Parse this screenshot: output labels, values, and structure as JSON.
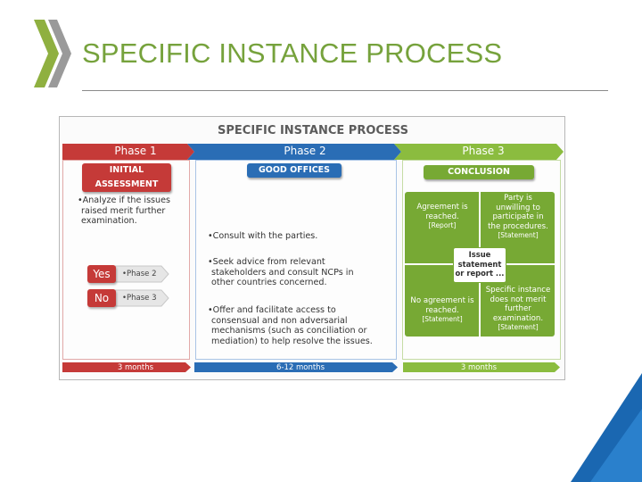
{
  "slide": {
    "title": "SPECIFIC INSTANCE PROCESS"
  },
  "colors": {
    "title_green": "#76a23c",
    "phase1_red": "#c53a38",
    "phase2_blue": "#2a6db5",
    "phase3_green": "#8bbc3f",
    "matrix_green": "#77a934",
    "corner_blue": "#1a67b1"
  },
  "icons": {
    "logo": "oecd-chevron-logo",
    "corner": "blue-corner-triangle"
  },
  "diagram": {
    "title": "SPECIFIC INSTANCE PROCESS",
    "phases": [
      {
        "label": "Phase 1",
        "box_title": "INITIAL ASSESSMENT",
        "duration": "3 months"
      },
      {
        "label": "Phase 2",
        "box_title": "GOOD OFFICES",
        "duration": "6-12 months"
      },
      {
        "label": "Phase 3",
        "box_title": "CONCLUSION",
        "duration": "3 months"
      }
    ],
    "phase1": {
      "bullet": [
        "•Analyze if the issues",
        "raised merit further",
        "examination."
      ],
      "yes_label": "Yes",
      "yes_target": "•Phase 2",
      "no_label": "No",
      "no_target": "•Phase 3"
    },
    "phase2": {
      "bullets": [
        [
          "•Consult with the parties."
        ],
        [
          "•Seek advice from relevant",
          "stakeholders and consult NCPs in",
          "other countries concerned."
        ],
        [
          "•Offer and facilitate access to",
          "consensual and non adversarial",
          "mechanisms (such as conciliation or",
          "mediation) to help resolve the issues."
        ]
      ]
    },
    "phase3": {
      "cells": {
        "top_left": {
          "lines": [
            "Agreement is",
            "reached."
          ],
          "sub": "[Report]"
        },
        "top_right": {
          "lines": [
            "Party is",
            "unwilling to",
            "participate in",
            "the procedures."
          ],
          "sub": "[Statement]"
        },
        "bottom_left": {
          "lines": [
            "No agreement is",
            "reached."
          ],
          "sub": "[Statement]"
        },
        "bottom_right": {
          "lines": [
            "Specific instance",
            "does not merit",
            "further",
            "examination."
          ],
          "sub": "[Statement]"
        }
      },
      "center": [
        "Issue",
        "statement",
        "or report ..."
      ]
    }
  }
}
